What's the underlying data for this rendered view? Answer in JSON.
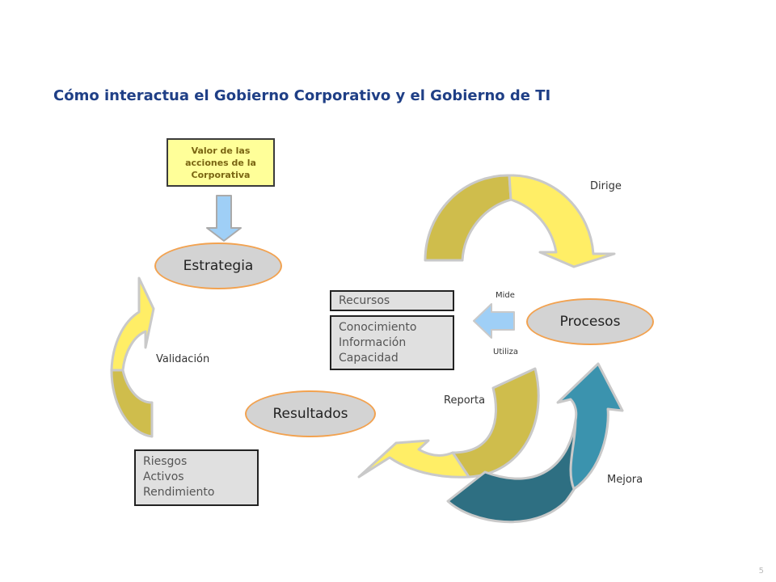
{
  "title": "Cómo interactua el Gobierno Corporativo y el Gobierno de TI",
  "value_box": "Valor de las acciones de la Corporativa",
  "nodes": {
    "estrategia": "Estrategia",
    "procesos": "Procesos",
    "resultados": "Resultados"
  },
  "boxes": {
    "recursos": "Recursos",
    "conocimiento": [
      "Conocimiento",
      "Información",
      "Capacidad"
    ],
    "riesgos": [
      "Riesgos",
      "Activos",
      "Rendimiento"
    ]
  },
  "labels": {
    "dirige": "Dirige",
    "mide": "Mide",
    "utiliza": "Utiliza",
    "validacion": "Validación",
    "reporta": "Reporta",
    "mejora": "Mejora"
  },
  "page_number": "5",
  "colors": {
    "title": "#1f3f86",
    "yellow_light": "#ffee66",
    "yellow_dark": "#cfbd4c",
    "teal_light": "#3b93ae",
    "teal_dark": "#2e6f82",
    "down_arrow": "#9fcff6",
    "oval_border": "#f2a250"
  }
}
